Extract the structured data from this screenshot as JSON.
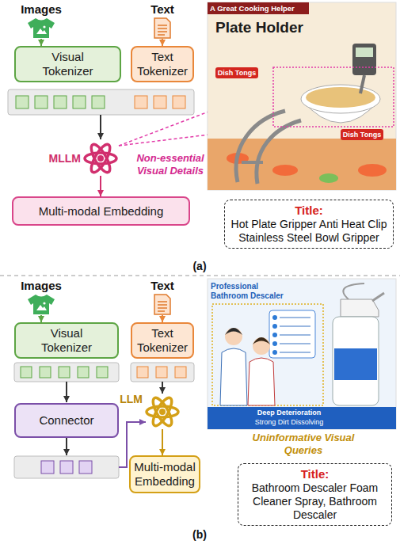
{
  "diagram": {
    "nodes": [
      {
        "text": [
          "Images"
        ]
      },
      {
        "text": [
          "Text"
        ]
      },
      {
        "text": [
          "Visual Tokenizer"
        ]
      },
      {
        "text": [
          "Text Tokenizer"
        ]
      },
      {
        "text": [
          "MLLM"
        ]
      },
      {
        "text": [
          "Multi-modal Embedding"
        ]
      },
      {
        "text": [
          "Title:",
          "Hot Plate Gripper Anti Heat Clip Stainless Steel Bowl Gripper"
        ]
      },
      {
        "text": [
          "Images"
        ]
      },
      {
        "text": [
          "Text"
        ]
      },
      {
        "text": [
          "Visual Tokenizer"
        ]
      },
      {
        "text": [
          "Text Tokenizer"
        ]
      },
      {
        "text": [
          "Connector"
        ]
      },
      {
        "text": [
          "LLM"
        ]
      },
      {
        "text": [
          "Multi-modal Embedding"
        ]
      },
      {
        "text": [
          "Title:",
          "Bathroom Descaler Foam Cleaner Spray, Bathroom Descaler"
        ]
      }
    ],
    "edges": [
      {
        "from": 0,
        "to": 2,
        "arrow": "to"
      },
      {
        "from": 1,
        "to": 3,
        "arrow": "to"
      },
      {
        "from": 4,
        "to": 5,
        "arrow": "to"
      },
      {
        "from": 7,
        "to": 9,
        "arrow": "to"
      },
      {
        "from": 8,
        "to": 10,
        "arrow": "to"
      },
      {
        "from": 12,
        "to": 13,
        "arrow": "to"
      }
    ],
    "labels": [
      "Non-essential Visual Details",
      "A Great Cooking Helper",
      "Plate Holder",
      "Dish Tongs",
      "Dish Tongs",
      "(a)",
      "Professional Bathroom Descaler",
      "Deep Deterioration",
      "Strong Dirt Dissolving",
      "Uninformative Visual Queries",
      "(b)"
    ]
  }
}
